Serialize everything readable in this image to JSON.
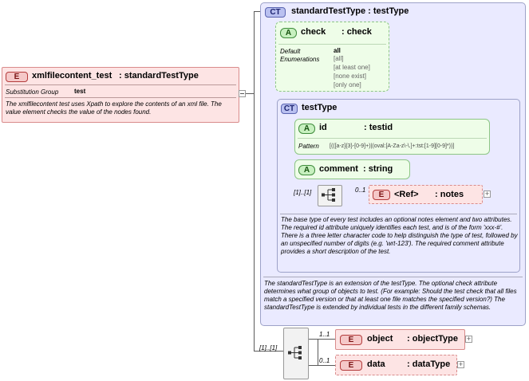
{
  "root": {
    "badge": "E",
    "name": "xmlfilecontent_test",
    "type": ": standardTestType",
    "subst_label": "Substitution Group",
    "subst_value": "test",
    "description": "The xmlfilecontent test uses Xpath to explore the contents of an xml file. The value element checks the value of the nodes found."
  },
  "standardTestType": {
    "badge": "CT",
    "title": "standardTestType : testType",
    "check": {
      "badge": "A",
      "name": "check",
      "type": ": check",
      "default_label": "Default",
      "enum_label": "Enumerations",
      "default_value": "all",
      "enumerations": [
        "[all]",
        "[at least one]",
        "[none exist]",
        "[only one]"
      ]
    },
    "description": "The standardTestType is an extension of the testType.  The optional check attribute determines what group of objects to test.  (For example: Should the test check that all files match a specified version or that at least one file matches the specified version?)  The standardTestType is extended by individual tests in the different family schemas."
  },
  "testType": {
    "badge": "CT",
    "title": "testType",
    "id": {
      "badge": "A",
      "name": "id",
      "type": ": testid",
      "pattern_label": "Pattern",
      "pattern_value": "[(([a-z]{3}-[0-9]+)|(oval:[A-Za-z\\-\\.]+:tst:[1-9][0-9]*))]"
    },
    "comment": {
      "badge": "A",
      "name": "comment",
      "type": ": string"
    },
    "seq_card": "[1]..[1]",
    "notes": {
      "badge": "E",
      "card": "0..1",
      "name": "<Ref>",
      "type": ": notes"
    },
    "description": "The base type of every test includes an optional notes element and two attributes.  The required id attribute uniquely identifies each test, and is of the form 'xxx-#'.  There is a three letter character code to help distinguish the type of test, followed by an unspecified number of digits (e.g. 'wrt-123').  The required comment attribute provides a short description of the test."
  },
  "sequence": {
    "card": "[1]..[1]",
    "object": {
      "badge": "E",
      "card": "1..1",
      "name": "object",
      "type": ": objectType"
    },
    "data": {
      "badge": "E",
      "card": "0..1",
      "name": "data",
      "type": ": dataType"
    }
  },
  "colors": {
    "ct_box": "#eaeaff",
    "ct_border": "#9da2c8",
    "attr_fill": "#eefde8",
    "elem_fill": "#fde4e4",
    "elem_border": "#d98c8c"
  }
}
